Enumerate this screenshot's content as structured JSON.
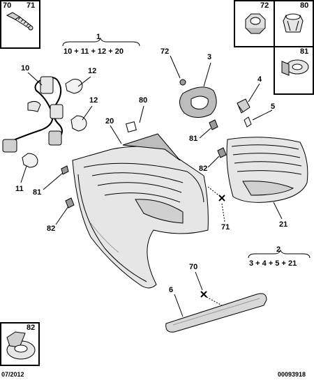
{
  "insets": {
    "top_left": {
      "labels": [
        "70",
        "71"
      ]
    },
    "top_right_a": {
      "label": "72"
    },
    "top_right_b": {
      "label": "80"
    },
    "right_c": {
      "label": "81"
    },
    "bottom_left": {
      "label": "82"
    }
  },
  "assemblies": {
    "group1": {
      "number": "1",
      "formula": "10 + 11 + 12 + 20"
    },
    "group2": {
      "number": "2",
      "formula": "3 + 4 + 5 + 21"
    }
  },
  "callouts": {
    "c10": "10",
    "c12a": "12",
    "c12b": "12",
    "c11": "11",
    "c20": "20",
    "c80": "80",
    "c81a": "81",
    "c82a": "82",
    "c72": "72",
    "c3": "3",
    "c4": "4",
    "c5": "5",
    "c81b": "81",
    "c82b": "82",
    "c71": "71",
    "c21": "21",
    "c70": "70",
    "c6": "6"
  },
  "footer": {
    "date": "07/2012",
    "ref": "00093918"
  },
  "colors": {
    "line": "#000000",
    "part_fill": "#e6e6e6",
    "part_dark": "#9a9a9a",
    "lens": "#d8d8d8"
  }
}
